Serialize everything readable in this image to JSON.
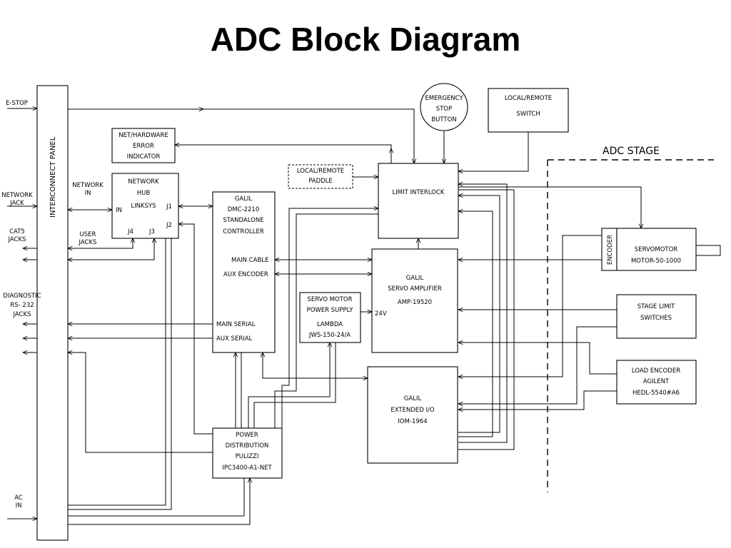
{
  "title": "ADC Block Diagram",
  "stage_label": "ADC STAGE",
  "panel": "INTERCONNECT PANEL",
  "left_labels": {
    "estop": "E-STOP",
    "network_jack": [
      "NETWORK",
      "JACK"
    ],
    "cat5_jacks": [
      "CAT5",
      "JACKS"
    ],
    "diagnostic": [
      "DIAGNOSTIC",
      "RS- 232",
      "JACKS"
    ],
    "ac_in": [
      "AC",
      "IN"
    ],
    "network_in": [
      "NETWORK",
      "IN"
    ],
    "user_jacks": [
      "USER",
      "JACKS"
    ]
  },
  "blocks": {
    "net_hw_indicator": [
      "NET/HARDWARE",
      "ERROR",
      "INDICATOR"
    ],
    "network_hub": [
      "NETWORK",
      "HUB",
      "LINKSYS"
    ],
    "hub_ports": {
      "in": "IN",
      "j1": "J1",
      "j2": "J2",
      "j3": "J3",
      "j4": "J4"
    },
    "galil_controller": [
      "GALIL",
      "DMC-2210",
      "STANDALONE",
      "CONTROLLER"
    ],
    "controller_ports": {
      "main_cable": "MAIN CABLE",
      "aux_encoder": "AUX ENCODER",
      "main_serial": "MAIN SERIAL",
      "aux_serial": "AUX SERIAL"
    },
    "local_remote_paddle": [
      "LOCAL/REMOTE",
      "PADDLE"
    ],
    "emergency_stop": [
      "EMERGENCY",
      "STOP",
      "BUTTON"
    ],
    "local_remote_switch": [
      "LOCAL/REMOTE",
      "SWITCH"
    ],
    "limit_interlock": "LIMIT INTERLOCK",
    "servo_amplifier": [
      "GALIL",
      "SERVO AMPLIFIER",
      "AMP-19520"
    ],
    "servo_power_supply": [
      "SERVO MOTOR",
      "POWER SUPPLY",
      "LAMBDA",
      "JWS-150-24/A"
    ],
    "voltage": "24V",
    "extended_io": [
      "GALIL",
      "EXTENDED I/O",
      "IOM-1964"
    ],
    "power_distribution": [
      "POWER",
      "DISTRIBUTION",
      "PULIZZI",
      "IPC3400-A1-NET"
    ],
    "encoder": "ENCODER",
    "servomotor": [
      "SERVOMOTOR",
      "MOTOR-50-1000"
    ],
    "stage_limit": [
      "STAGE LIMIT",
      "SWITCHES"
    ],
    "load_encoder": [
      "LOAD ENCODER",
      "AGILENT",
      "HEDL-5540#A6"
    ]
  }
}
